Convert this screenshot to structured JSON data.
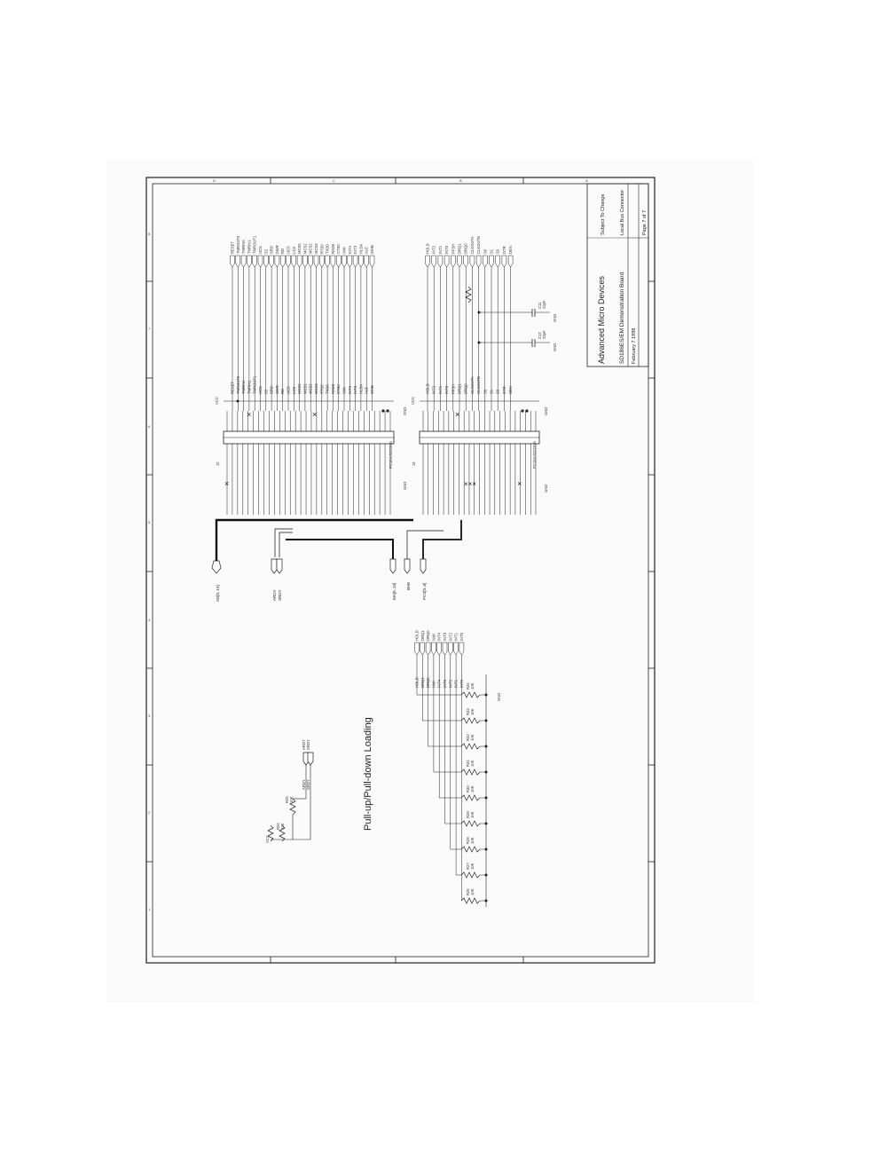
{
  "title_block": {
    "company": "Advanced Micro Devices",
    "board": "SD186ES/EM Demonstration Board",
    "date": "February 7 1998",
    "notice": "Subject To Change",
    "sheet_title": "Local Bus Connector",
    "page": "Page 7 of 7"
  },
  "section_title": "Pull-up/Pull-down Loading",
  "supply_labels": {
    "vcc": "VCC",
    "gnd": "GND"
  },
  "connector_top": {
    "ref": "J2",
    "part": "PC104-32CONN",
    "signals": [
      "RESET",
      "TMROUT0",
      "TMRIN0",
      "TMRIN1",
      "TMROUT1",
      "UCS",
      "S2",
      "SRD",
      "SWR",
      "RD",
      "UCS",
      "LCS",
      "MCS0",
      "MCS1",
      "MCS2",
      "MCS3",
      "RTS0",
      "TXD0",
      "RXD0",
      "CTS0",
      "NMI",
      "INT4",
      "INT3",
      "HLDA",
      "ALE",
      "WHB"
    ]
  },
  "connector_bottom": {
    "ref": "J3",
    "part": "PC104-32CONN",
    "signals": [
      "HOLD",
      "INT2",
      "INT1",
      "INT0",
      "PFSH",
      "DRQ1",
      "DRQ0",
      "CLKOUTA",
      "CLKOUTB",
      "S6",
      "S1",
      "S0",
      "DTR",
      "DEN"
    ]
  },
  "bus_labels": [
    "AD[0..15]",
    "ARDY",
    "SRDY",
    "MA[0..19]",
    "BHE",
    "PCS[0..6]"
  ],
  "capacitors": [
    {
      "ref": "C11",
      "value": "22pF"
    },
    {
      "ref": "C12",
      "value": "22pF"
    }
  ],
  "resistors_ready": [
    {
      "ref": "R24",
      "value": "10K"
    },
    {
      "ref": "R25",
      "value": "10K"
    }
  ],
  "ready_labels": [
    "ARDY",
    "SRDY"
  ],
  "pullup_nets": [
    "HOLD",
    "DRQ1",
    "DRQ0",
    "NMI",
    "INT4",
    "INT3",
    "INT2",
    "INT1",
    "INT0"
  ],
  "resistors_loading": [
    {
      "ref": "R26",
      "value": "10K"
    },
    {
      "ref": "R27",
      "value": "10K"
    },
    {
      "ref": "R28",
      "value": "10K"
    },
    {
      "ref": "R29",
      "value": "10K"
    },
    {
      "ref": "R30",
      "value": "10K"
    },
    {
      "ref": "R31",
      "value": "10K"
    },
    {
      "ref": "R32",
      "value": "10K"
    },
    {
      "ref": "R33",
      "value": "10K"
    },
    {
      "ref": "R34",
      "value": "10K"
    }
  ],
  "zone_letters": [
    "A",
    "B",
    "C",
    "D"
  ],
  "zone_numbers": [
    "1",
    "2",
    "3",
    "4",
    "5",
    "6",
    "7",
    "8"
  ]
}
